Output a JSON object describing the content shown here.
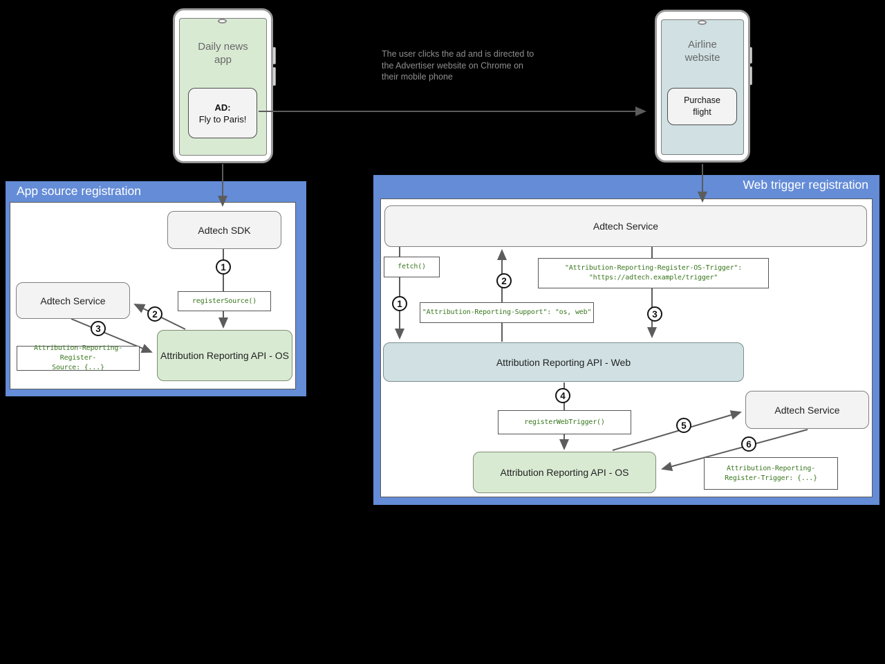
{
  "colors": {
    "background": "#000000",
    "panel_blue": "#648cd7",
    "box_gray": "#f3f3f3",
    "box_green": "#d9ead3",
    "box_blue": "#d0e0e3",
    "code_green": "#38761d",
    "arrow_gray": "#5c5c5c"
  },
  "phone_news": {
    "title": "Daily news\napp",
    "ad_title": "AD:",
    "ad_text": "Fly to Paris!"
  },
  "phone_airline": {
    "title": "Airline\nwebsite",
    "button": "Purchase\nflight"
  },
  "annotation": {
    "text": "The user clicks the ad and is directed to\nthe Advertiser website on Chrome on\ntheir mobile phone"
  },
  "app_source": {
    "title": "App source registration",
    "adtech_sdk": "Adtech SDK",
    "adtech_service": "Adtech Service",
    "ara_os": "Attribution Reporting API - OS",
    "register_source": "registerSource()",
    "register_source_header": "Attribution-Reporting-Register-\nSource: {...}",
    "steps": [
      "1",
      "2",
      "3"
    ]
  },
  "web_trigger": {
    "title": "Web trigger registration",
    "adtech_service": "Adtech Service",
    "fetch": "fetch()",
    "os_trigger_header": "\"Attribution-Reporting-Register-OS-Trigger\":\n\"https://adtech.example/trigger\"",
    "support_header": "\"Attribution-Reporting-Support\": \"os, web\"",
    "ara_web": "Attribution Reporting API - Web",
    "register_web_trigger": "registerWebTrigger()",
    "adtech_service_2": "Adtech Service",
    "ara_os": "Attribution Reporting API - OS",
    "register_trigger_header": "Attribution-Reporting-\nRegister-Trigger: {...}",
    "steps": [
      "1",
      "2",
      "3",
      "4",
      "5",
      "6"
    ]
  }
}
